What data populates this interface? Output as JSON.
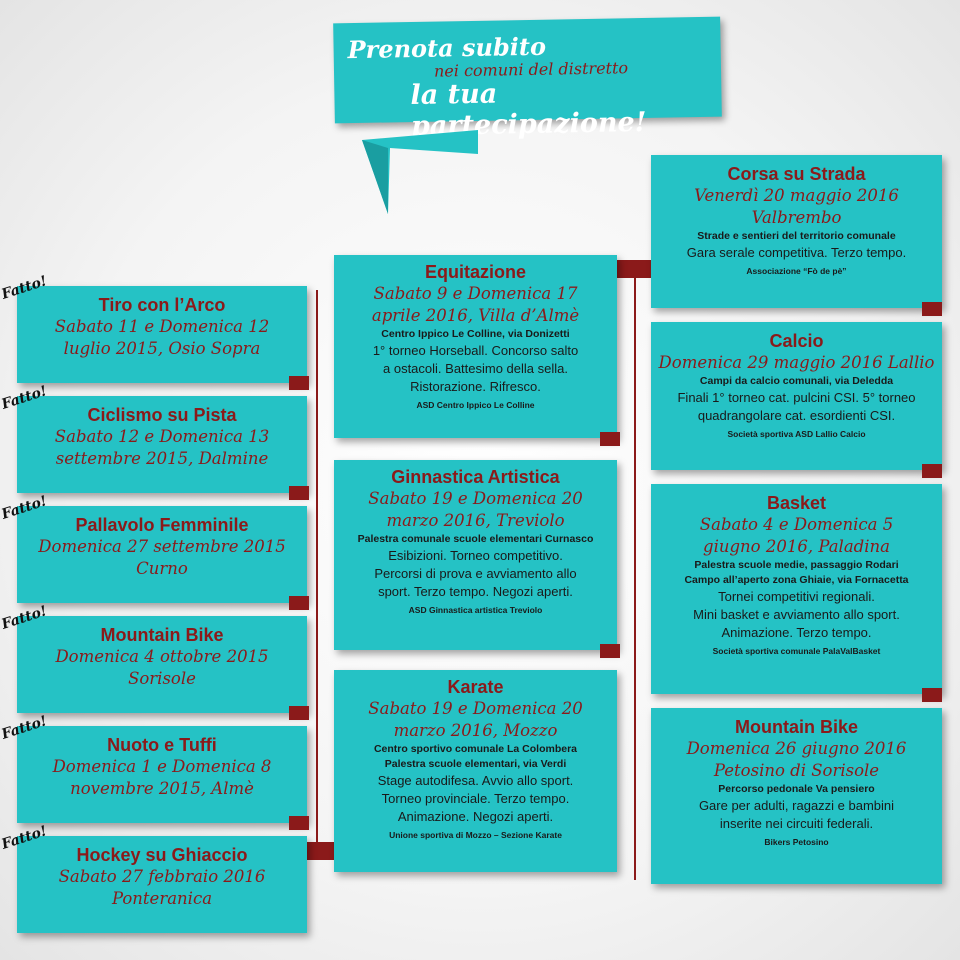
{
  "banner": {
    "line1": "Prenota subito",
    "line2": "nei comuni del distretto",
    "line3": "la tua partecipazione!"
  },
  "done_label": "Fatto!",
  "colors": {
    "teal": "#25c2c5",
    "maroon": "#8b1a1a"
  },
  "past_events": [
    {
      "title": "Tiro con l’Arco",
      "date": [
        "Sabato 11 e Domenica 12",
        "luglio 2015, Osio Sopra"
      ]
    },
    {
      "title": "Ciclismo su Pista",
      "date": [
        "Sabato 12 e Domenica 13",
        "settembre 2015, Dalmine"
      ]
    },
    {
      "title": "Pallavolo Femminile",
      "date": [
        "Domenica 27 settembre 2015",
        "Curno"
      ]
    },
    {
      "title": "Mountain Bike",
      "date": [
        "Domenica 4 ottobre 2015",
        "Sorisole"
      ]
    },
    {
      "title": "Nuoto e Tuffi",
      "date": [
        "Domenica 1 e Domenica 8",
        "novembre 2015, Almè"
      ]
    },
    {
      "title": "Hockey su Ghiaccio",
      "date": [
        "Sabato 27 febbraio 2016",
        "Ponteranica"
      ]
    }
  ],
  "mid_events": [
    {
      "title": "Equitazione",
      "date": [
        "Sabato 9 e Domenica 17",
        "aprile 2016, Villa d’Almè"
      ],
      "venue": [
        "Centro Ippico Le Colline, via Donizetti"
      ],
      "desc": [
        "1° torneo Horseball. Concorso salto",
        "a ostacoli. Battesimo della sella.",
        "Ristorazione. Rifresco."
      ],
      "org": "ASD Centro Ippico Le Colline"
    },
    {
      "title": "Ginnastica Artistica",
      "date": [
        "Sabato 19 e Domenica 20",
        "marzo 2016, Treviolo"
      ],
      "venue": [
        "Palestra comunale scuole elementari Curnasco"
      ],
      "desc": [
        "Esibizioni. Torneo competitivo.",
        "Percorsi di prova e avviamento allo",
        "sport. Terzo tempo. Negozi aperti."
      ],
      "org": "ASD Ginnastica artistica Treviolo"
    },
    {
      "title": "Karate",
      "date": [
        "Sabato 19 e Domenica 20",
        "marzo 2016, Mozzo"
      ],
      "venue": [
        "Centro sportivo comunale La Colombera",
        "Palestra scuole elementari, via Verdi"
      ],
      "desc": [
        "Stage autodifesa. Avvio allo sport.",
        "Torneo provinciale. Terzo tempo.",
        "Animazione. Negozi aperti."
      ],
      "org": "Unione sportiva di Mozzo – Sezione Karate"
    }
  ],
  "right_events": [
    {
      "title": "Corsa su Strada",
      "date": [
        "Venerdì 20 maggio 2016",
        "Valbrembo"
      ],
      "venue": [
        "Strade e sentieri del territorio comunale"
      ],
      "desc": [
        "Gara serale competitiva. Terzo tempo."
      ],
      "org": "Associazione “Fò de pè”"
    },
    {
      "title": "Calcio",
      "date": [
        "Domenica 29 maggio 2016 Lallio"
      ],
      "venue": [
        "Campi da calcio comunali, via Deledda"
      ],
      "desc": [
        "Finali 1° torneo cat. pulcini CSI. 5° torneo",
        "quadrangolare cat. esordienti CSI."
      ],
      "org": "Società sportiva ASD Lallio Calcio"
    },
    {
      "title": "Basket",
      "date": [
        "Sabato 4 e Domenica 5",
        "giugno 2016, Paladina"
      ],
      "venue": [
        "Palestra scuole medie, passaggio Rodari",
        "Campo all’aperto zona Ghiaie, via Fornacetta"
      ],
      "desc": [
        "Tornei competitivi regionali.",
        "Mini basket e avviamento allo sport.",
        "Animazione. Terzo tempo."
      ],
      "org": "Società sportiva comunale PalaValBasket"
    },
    {
      "title": "Mountain Bike",
      "date": [
        "Domenica 26 giugno 2016",
        "Petosino di Sorisole"
      ],
      "venue": [
        "Percorso pedonale Va pensiero"
      ],
      "desc": [
        "Gare per adulti, ragazzi e bambini",
        "inserite nei circuiti federali."
      ],
      "org": "Bikers Petosino"
    }
  ]
}
